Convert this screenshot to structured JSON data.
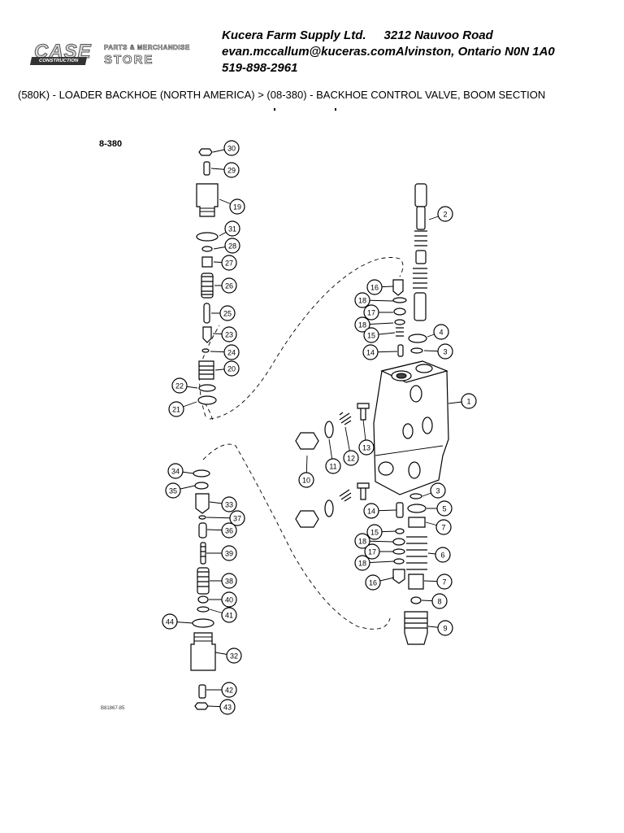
{
  "header": {
    "brand_logo_text": "CASE",
    "brand_logo_sub": "CONSTRUCTION",
    "store_line1": "PARTS & MERCHANDISE",
    "store_line2": "STORE",
    "company_name": "Kucera Farm Supply Ltd.",
    "address_street": "3212 Nauvoo Road",
    "email": "evan.mccallum@kuceras.com",
    "address_city": "Alvinston, Ontario N0N 1A0",
    "phone": "519-898-2961"
  },
  "breadcrumb": {
    "text": "(580K) - LOADER BACKHOE (NORTH AMERICA) > (08-380) - BACKHOE CONTROL VALVE, BOOM SECTION"
  },
  "diagram": {
    "figure_label": "8-380",
    "figure_code": "B81867-85",
    "callouts": [
      "30",
      "29",
      "19",
      "31",
      "28",
      "27",
      "26",
      "25",
      "23",
      "24",
      "20",
      "22",
      "21",
      "2",
      "16",
      "18",
      "17",
      "18",
      "15",
      "4",
      "14",
      "3",
      "1",
      "10",
      "11",
      "12",
      "13",
      "34",
      "35",
      "33",
      "37",
      "36",
      "39",
      "38",
      "40",
      "41",
      "44",
      "32",
      "42",
      "43",
      "3",
      "14",
      "5",
      "7",
      "15",
      "6",
      "18",
      "17",
      "18",
      "16",
      "7",
      "8",
      "9"
    ]
  }
}
